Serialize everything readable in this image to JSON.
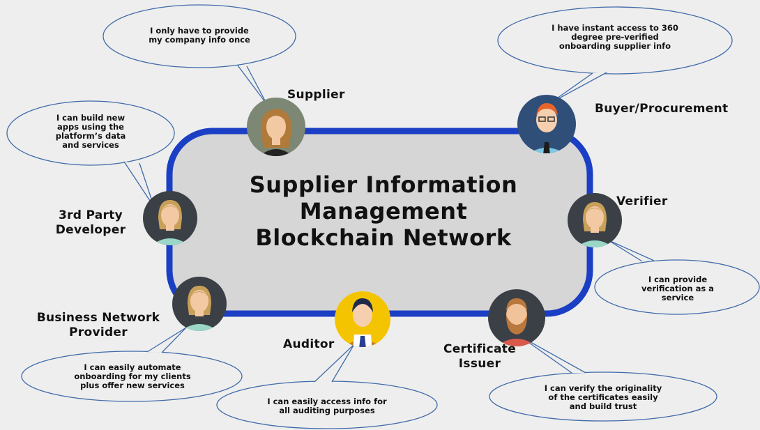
{
  "title": {
    "line1": "Supplier Information",
    "line2": "Management",
    "line3": "Blockchain Network"
  },
  "roles": {
    "supplier": "Supplier",
    "buyer": "Buyer/Procurement",
    "verifier": "Verifier",
    "developer_line1": "3rd Party",
    "developer_line2": "Developer",
    "bnp_line1": "Business Network",
    "bnp_line2": "Provider",
    "auditor": "Auditor",
    "issuer_line1": "Certificate",
    "issuer_line2": "Issuer"
  },
  "bubbles": {
    "supplier": [
      "I only have to provide",
      "my company info once"
    ],
    "buyer": [
      "I have instant access to 360",
      "degree pre-verified",
      "onboarding supplier info"
    ],
    "developer": [
      "I can build new",
      "apps using the",
      "platform’s data",
      "and services"
    ],
    "verifier": [
      "I can provide",
      "verification as a",
      "service"
    ],
    "bnp": [
      "I can easily automate",
      "onboarding for my clients",
      "plus offer new services"
    ],
    "auditor": [
      "I can easily access info for",
      "all auditing purposes"
    ],
    "issuer": [
      "I can verify the originality",
      "of the certificates easily",
      "and build trust"
    ]
  },
  "colors": {
    "background": "#eeeeee",
    "network_fill": "#d6d6d6",
    "network_border": "#1a3fc4",
    "bubble_stroke": "#3f6aa8",
    "avatar_dark": "#3b4046",
    "avatar_olive": "#7c8774",
    "avatar_blue": "#2f4f78",
    "avatar_yellow": "#f5c400"
  },
  "icons": {
    "supplier": "woman-avatar-icon",
    "buyer": "man-glasses-tie-avatar-icon",
    "verifier": "person-avatar-icon",
    "developer": "person-avatar-icon",
    "bnp": "person-avatar-icon",
    "auditor": "man-suit-avatar-icon",
    "issuer": "bearded-man-avatar-icon"
  }
}
